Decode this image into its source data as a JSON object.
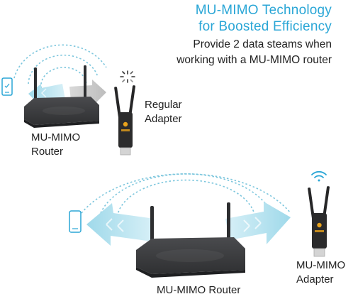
{
  "heading": {
    "title_line1": "MU-MIMO Technology",
    "title_line2": "for Boosted Efficiency",
    "desc_line1": "Provide 2 data steams when",
    "desc_line2": "working with a MU-MIMO router"
  },
  "top_diagram": {
    "router_label_line1": "MU-MIMO",
    "router_label_line2": "Router",
    "adapter_label_line1": "Regular",
    "adapter_label_line2": "Adapter"
  },
  "bottom_diagram": {
    "router_label": "MU-MIMO Router",
    "adapter_label_line1": "MU-MIMO",
    "adapter_label_line2": "Adapter"
  },
  "colors": {
    "accent": "#2aa6d6",
    "arc": "#7cc6dd",
    "router_body": "#3a3b3d",
    "adapter_body": "#2b2b2c",
    "adapter_logo": "#e8a21c"
  },
  "icons": [
    "phone-icon",
    "loading-spinner-icon",
    "wifi-signal-icon"
  ]
}
